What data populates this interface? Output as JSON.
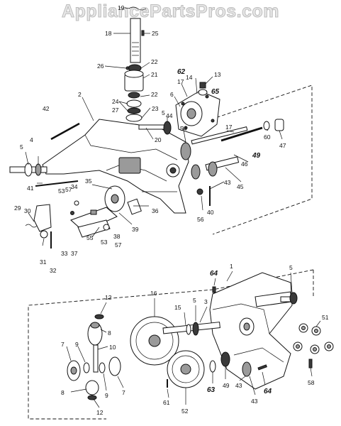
{
  "watermark": "AppliancePartsPros.com",
  "labels": {
    "l1": "1",
    "l2": "2",
    "l3": "3",
    "l4": "4",
    "l5a": "5",
    "l5b": "5",
    "l5c": "5",
    "l5d": "5",
    "l6": "6",
    "l7a": "7",
    "l7b": "7",
    "l8a": "8",
    "l8b": "8",
    "l9a": "9",
    "l9b": "9",
    "l10": "10",
    "l12a": "12",
    "l12b": "12",
    "l13": "13",
    "l14": "14",
    "l15": "15",
    "l16": "16",
    "l17": "17",
    "l18": "18",
    "l19": "19",
    "l20": "20",
    "l21": "21",
    "l22a": "22",
    "l22b": "22",
    "l23": "23",
    "l24": "24",
    "l25": "25",
    "l26": "26",
    "l27": "27",
    "l29": "29",
    "l30": "30",
    "l31": "31",
    "l32": "32",
    "l33": "33",
    "l34": "34",
    "l35": "35",
    "l36": "36",
    "l37": "37",
    "l38": "38",
    "l39": "39",
    "l40": "40",
    "l41": "41",
    "l42": "42",
    "l43a": "43",
    "l43b": "43",
    "l43c": "43",
    "l44": "44",
    "l45": "45",
    "l46": "46",
    "l47": "47",
    "l49a": "49",
    "l49b": "49",
    "l51": "51",
    "l52": "52",
    "l53a": "53",
    "l53b": "53",
    "l54": "54",
    "l55": "55",
    "l56": "56",
    "l57a": "57",
    "l57b": "57",
    "l58": "58",
    "l60": "60",
    "l61": "61",
    "l62": "62",
    "l63": "63",
    "l64a": "64",
    "l64b": "64",
    "l65": "65"
  }
}
